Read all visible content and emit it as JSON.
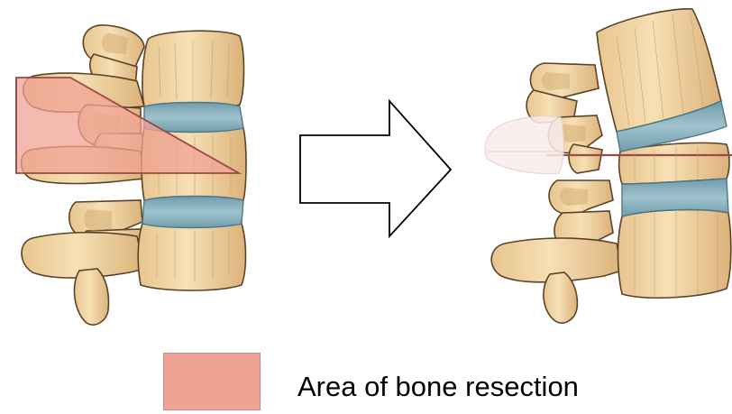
{
  "figure": {
    "description_free": true
  },
  "panels": [
    {
      "name": "before-resection"
    },
    {
      "name": "after-resection"
    }
  ],
  "arrow": {
    "direction": "right",
    "fill": "#ffffff",
    "stroke": "#000000"
  },
  "legend": {
    "label": "Area of bone resection",
    "swatch_color": "#f0a294"
  },
  "colors": {
    "bone": "#f1d4a2",
    "bone_shadow": "#d6ad73",
    "bone_outline": "#5a4326",
    "disc": "#8ab3be",
    "disc_dark": "#5f8c99",
    "resection": "#f0a294",
    "resection_line": "#9a4b45",
    "ghost": "#f7eceb"
  }
}
